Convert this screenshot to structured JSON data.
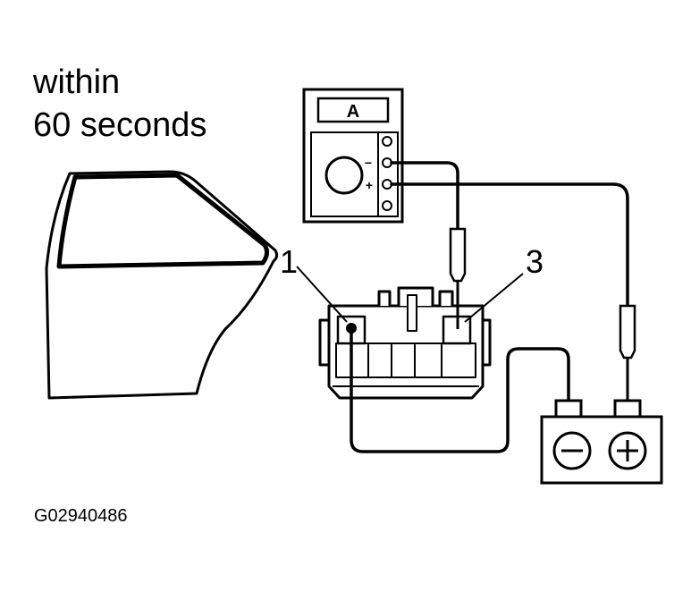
{
  "caption": {
    "line1": "within",
    "line2": "60 seconds"
  },
  "meter": {
    "display_label": "A",
    "minus_sign": "−",
    "plus_sign": "+"
  },
  "callouts": {
    "terminal_1": "1",
    "terminal_3": "3"
  },
  "battery": {
    "negative_symbol": "minus-icon",
    "positive_symbol": "plus-icon"
  },
  "figure_code": "G02940486",
  "colors": {
    "line": "#000000",
    "background": "#ffffff"
  }
}
